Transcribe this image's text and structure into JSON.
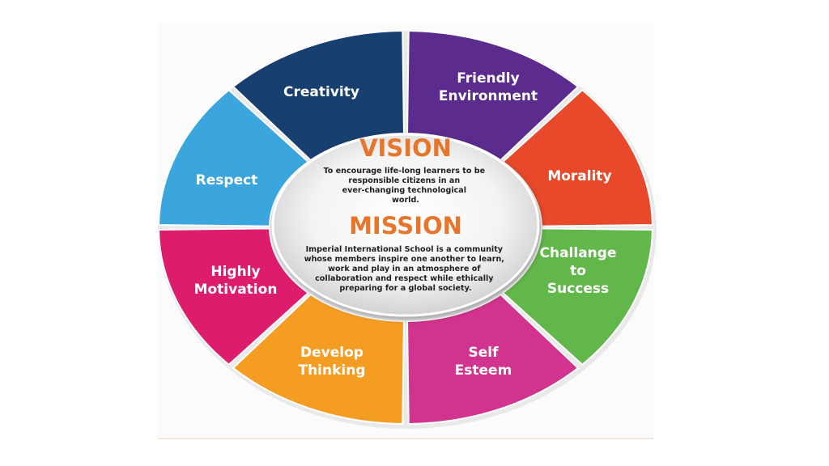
{
  "segments": [
    {
      "id": "creativity",
      "lines": [
        "Creativity"
      ],
      "color": "#173f6f"
    },
    {
      "id": "friendly-environment",
      "lines": [
        "Friendly",
        "Environment"
      ],
      "color": "#5b2c8e"
    },
    {
      "id": "morality",
      "lines": [
        "Morality"
      ],
      "color": "#e8492a"
    },
    {
      "id": "challange-to-success",
      "lines": [
        "Challange",
        "to",
        "Success"
      ],
      "color": "#62b74a"
    },
    {
      "id": "self-esteem",
      "lines": [
        "Self",
        "Esteem"
      ],
      "color": "#d2338e"
    },
    {
      "id": "develop-thinking",
      "lines": [
        "Develop",
        "Thinking"
      ],
      "color": "#f59d22"
    },
    {
      "id": "highly-motivation",
      "lines": [
        "Highly",
        "Motivation"
      ],
      "color": "#de1c6d"
    },
    {
      "id": "respect",
      "lines": [
        "Respect"
      ],
      "color": "#3aa6dd"
    }
  ],
  "center": {
    "vision_title": "VISION",
    "vision_lines": [
      "To encourage life-long learners to be",
      "responsible citizens in an",
      "ever-changing technological",
      "world."
    ],
    "mission_title": "MISSION",
    "mission_lines": [
      "Imperial International School is a community",
      "whose members inspire one another to learn,",
      "work and play in an atmosphere of",
      "collaboration  and respect while ethically",
      "preparing for a global society."
    ],
    "heading_color": "#e5762c"
  }
}
